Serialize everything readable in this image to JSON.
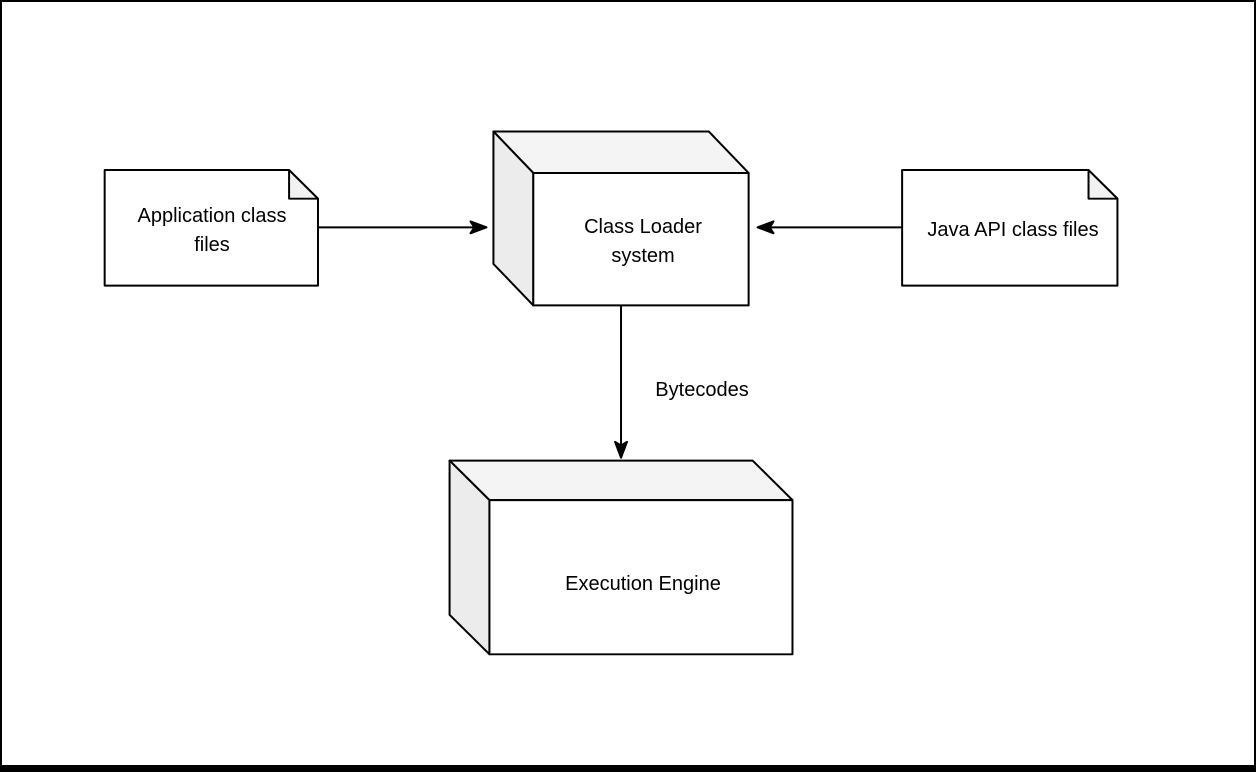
{
  "diagram": {
    "nodes": {
      "application_class_files": {
        "label": "Application class files",
        "shape": "note"
      },
      "java_api_class_files": {
        "label": "Java API class files",
        "shape": "note"
      },
      "class_loader_system": {
        "label": "Class Loader system",
        "shape": "cube"
      },
      "execution_engine": {
        "label": "Execution Engine",
        "shape": "cube"
      }
    },
    "edges": [
      {
        "from": "application_class_files",
        "to": "class_loader_system",
        "label": ""
      },
      {
        "from": "java_api_class_files",
        "to": "class_loader_system",
        "label": ""
      },
      {
        "from": "class_loader_system",
        "to": "execution_engine",
        "label": "Bytecodes"
      }
    ],
    "colors": {
      "stroke": "#000000",
      "fill": "#ffffff",
      "cube_top_shade": "#f4f4f4",
      "cube_side_shade": "#ececec",
      "note_fold": "#f2f2f2",
      "background": "#ffffff",
      "border": "#000000"
    }
  }
}
